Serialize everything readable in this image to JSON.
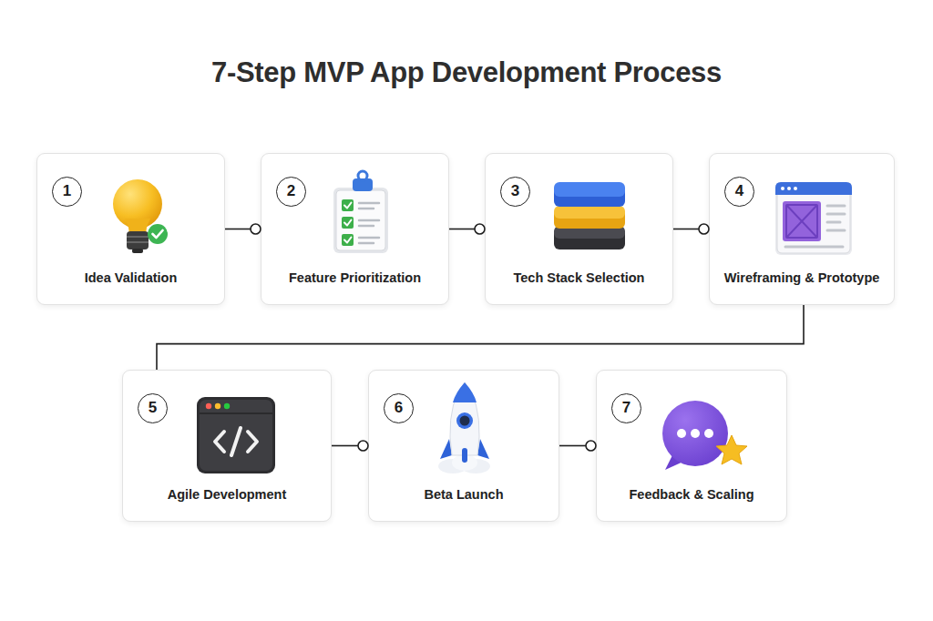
{
  "diagram": {
    "title": "7-Step MVP App Development Process",
    "nodes": [
      {
        "text": [
          "1",
          "Idea Validation"
        ]
      },
      {
        "text": [
          "2",
          "Feature Prioritization"
        ]
      },
      {
        "text": [
          "3",
          "Tech Stack Selection"
        ]
      },
      {
        "text": [
          "4",
          "Wireframing & Prototype"
        ]
      },
      {
        "text": [
          "5",
          "Agile Development"
        ]
      },
      {
        "text": [
          "6",
          "Beta Launch"
        ]
      },
      {
        "text": [
          "7",
          "Feedback & Scaling"
        ]
      }
    ],
    "edges": [
      {
        "from": 0,
        "to": 1,
        "arrow": "to"
      },
      {
        "from": 1,
        "to": 2,
        "arrow": "to"
      },
      {
        "from": 2,
        "to": 3,
        "arrow": "to"
      },
      {
        "from": 3,
        "to": 4,
        "arrow": "none"
      },
      {
        "from": 4,
        "to": 5,
        "arrow": "to"
      },
      {
        "from": 5,
        "to": 6,
        "arrow": "to"
      }
    ]
  }
}
